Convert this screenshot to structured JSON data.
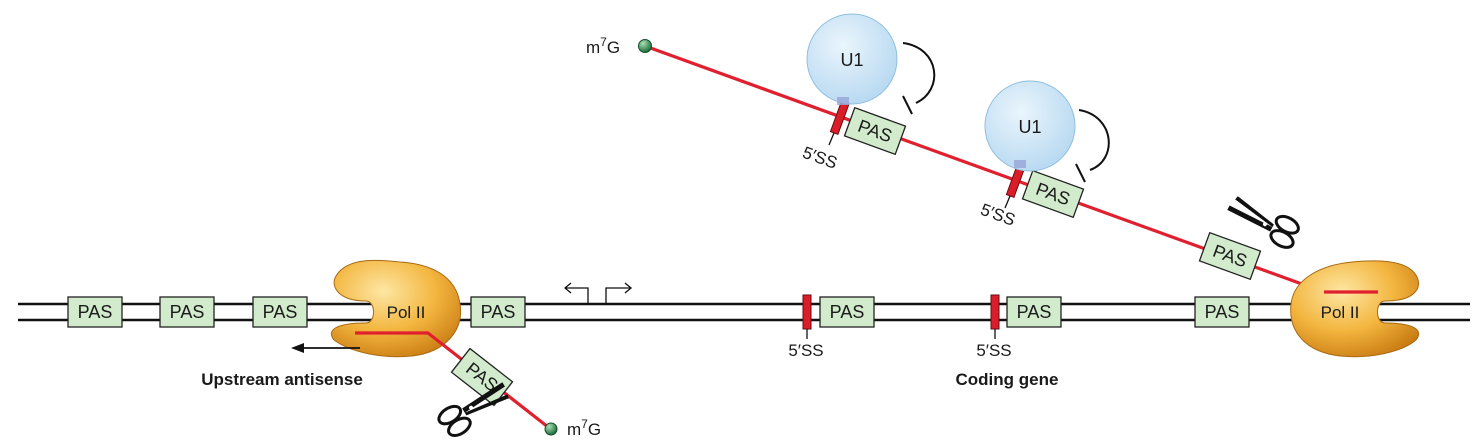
{
  "labels": {
    "pas": "PAS",
    "pol": "Pol II",
    "u1": "U1",
    "ss": "5′SS",
    "cap_m": "m",
    "cap_sup": "7",
    "cap_g": "G",
    "upstream_antisense": "Upstream antisense",
    "coding_gene": "Coding gene"
  },
  "colors": {
    "dna": "#111111",
    "rna": "#e0202e",
    "pas_fill": "#d3ebcd",
    "splice_site": "#d91e2a",
    "u1_fill": "#cfe6f6",
    "pol_fill": "#f3b53e",
    "cap": "#2f8f4f"
  },
  "icons": [
    "scissors-icon",
    "arrow-left-icon",
    "tss-arrows-icon",
    "inhibition-icon",
    "cap-icon"
  ]
}
